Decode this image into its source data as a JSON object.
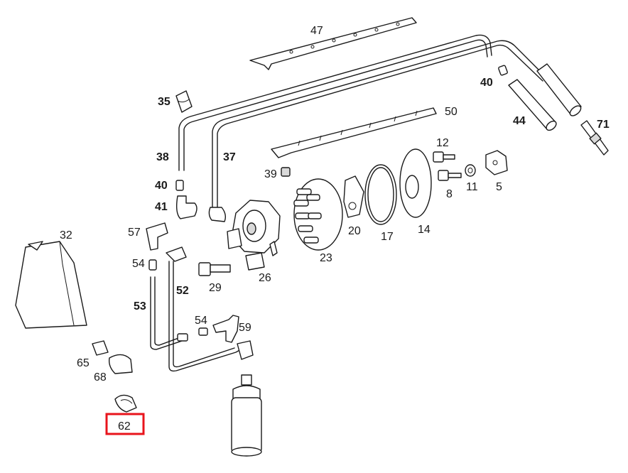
{
  "highlight_color": "#e8141c",
  "callouts": {
    "c47": "47",
    "c50": "50",
    "c40a": "40",
    "c44": "44",
    "c71": "71",
    "c35": "35",
    "c38": "38",
    "c37": "37",
    "c39": "39",
    "c12": "12",
    "c8": "8",
    "c11": "11",
    "c5": "5",
    "c40b": "40",
    "c41": "41",
    "c32": "32",
    "c57": "57",
    "c54a": "54",
    "c20": "20",
    "c17": "17",
    "c14": "14",
    "c23": "23",
    "c26": "26",
    "c29": "29",
    "c52": "52",
    "c53": "53",
    "c54b": "54",
    "c59": "59",
    "c65": "65",
    "c68": "68",
    "c62": "62"
  }
}
